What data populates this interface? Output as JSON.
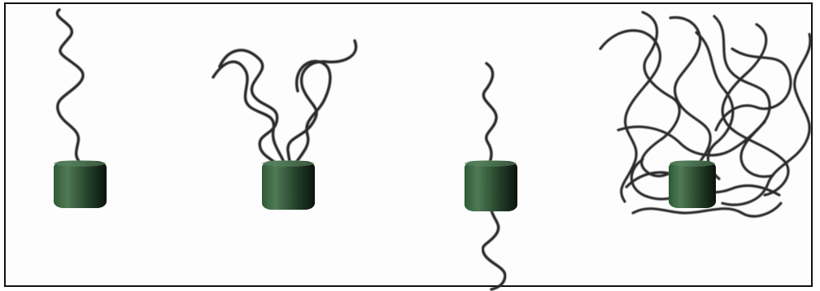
{
  "diagram": {
    "panels": [
      {
        "id": "single-chain-up",
        "anchor": "cylinder",
        "chains": 1,
        "direction": "up"
      },
      {
        "id": "few-chains-up",
        "anchor": "cylinder",
        "chains": 4,
        "direction": "up"
      },
      {
        "id": "chains-up-and-down",
        "anchor": "cylinder",
        "chains": 2,
        "direction": "up-and-down"
      },
      {
        "id": "many-entangled-chains",
        "anchor": "cylinder",
        "chains": 10,
        "direction": "all-around"
      }
    ],
    "colors": {
      "chain": "#2b2b2b",
      "cylinder_light": "#4f7a54",
      "cylinder_dark": "#0c140e",
      "frame": "#111111"
    }
  }
}
